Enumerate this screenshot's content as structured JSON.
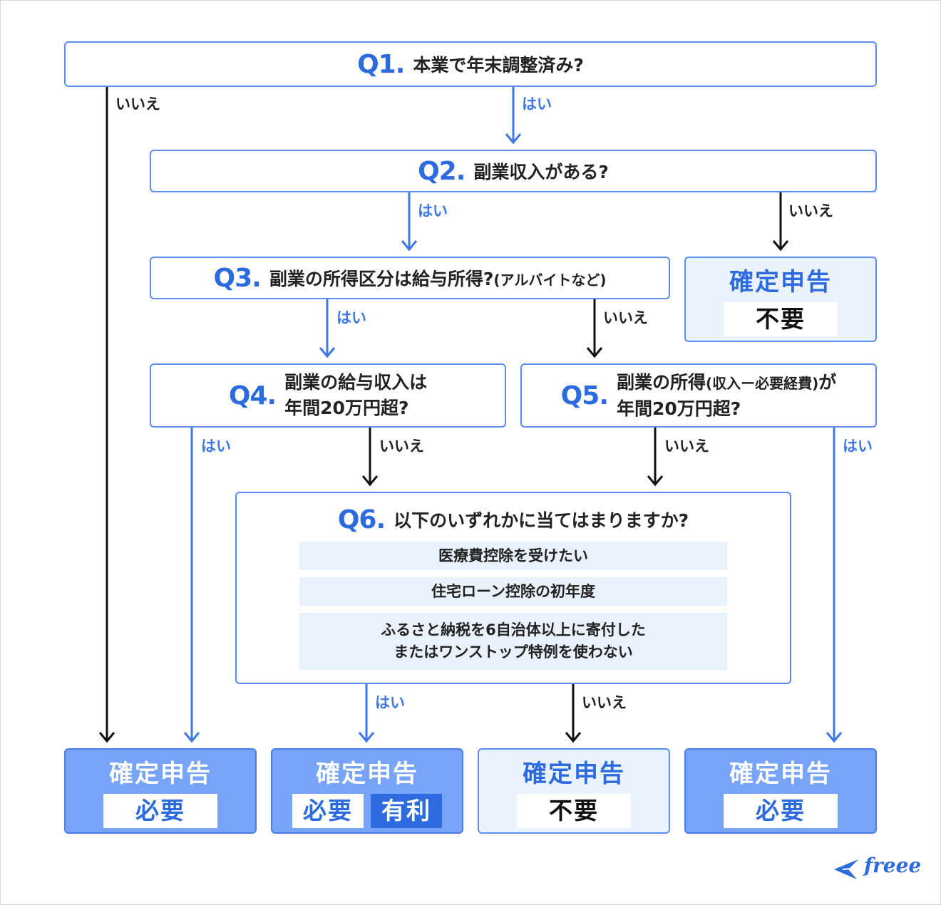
{
  "q1": {
    "num": "Q1.",
    "text": "本業で年末調整済み?"
  },
  "q2": {
    "num": "Q2.",
    "text": "副業収入がある?"
  },
  "q3": {
    "num": "Q3.",
    "text": "副業の所得区分は給与所得?",
    "note": "(アルバイトなど)"
  },
  "q4": {
    "num": "Q4.",
    "line1": "副業の給与収入は",
    "line2": "年間20万円超?"
  },
  "q5": {
    "num": "Q5.",
    "line1a": "副業の所得",
    "line1b": "(収入ー必要経費)",
    "line1c": "が",
    "line2": "年間20万円超?"
  },
  "q6": {
    "num": "Q6.",
    "text": "以下のいずれかに当てはまりますか?",
    "options": [
      "医療費控除を受けたい",
      "住宅ローン控除の初年度",
      "ふるさと納税を6自治体以上に寄付した",
      "またはワンストップ特例を使わない"
    ]
  },
  "labels": {
    "yes": "はい",
    "no": "いいえ"
  },
  "results": {
    "title": "確定申告",
    "required": "必要",
    "not_required": "不要",
    "advantageous": "有利"
  },
  "logo": {
    "text": "freee"
  },
  "colors": {
    "accent": "#2c6ae0",
    "line_blue": "#3d78e5",
    "result_fill": "#77a4f8",
    "light_fill": "#eaf2fe"
  }
}
